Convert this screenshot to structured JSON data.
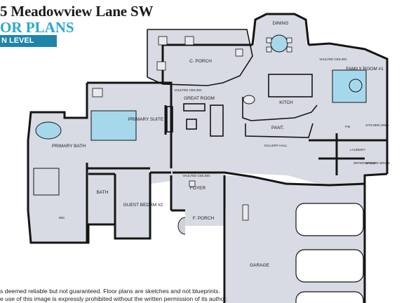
{
  "header": {
    "address": "5 Meadowview Lane SW",
    "section_title": "OR PLANS",
    "level_tag": "N LEVEL"
  },
  "rooms": {
    "dining": "DINING",
    "c_porch": "C. PORCH",
    "family_room": "FAMILY ROOM #1",
    "vaulted_ceiling_1": "VAULTED CEILING",
    "vaulted_ceiling_2": "VAULTED CEILING",
    "vaulted_ceiling_3": "VAULTED CEILING",
    "great_room": "GREAT ROOM",
    "kitchen": "KITCH",
    "primary_suite": "PRIMARY SUITE",
    "pantry": "PANT.",
    "powder": "P.B.",
    "kitchen_area": "KITCHEN AREA",
    "gallery_hall": "GALLERY HALL",
    "laundry": "LAUNDRY",
    "primary_bath": "PRIMARY BATH",
    "dryer_space": "DRYER SPACE",
    "washer_space": "WASHER SPACE",
    "bath": "BATH",
    "guest_bedroom": "GUEST BEDRM #2",
    "foyer": "FOYER",
    "wic": "WIC",
    "f_porch": "F. PORCH",
    "garage": "GARAGE"
  },
  "disclaimer": {
    "line1": "s deemed reliable but not guaranteed. Floor plans are sketches and not blueprints.",
    "line2": "e use of this image is expressly prohibited without the written permission of its author."
  },
  "colors": {
    "floor": "#d8dbe3",
    "wall": "#151515",
    "accent": "#2aa7cf",
    "tag_bg": "#1e84aa",
    "fixture": "#a6d8ec"
  }
}
